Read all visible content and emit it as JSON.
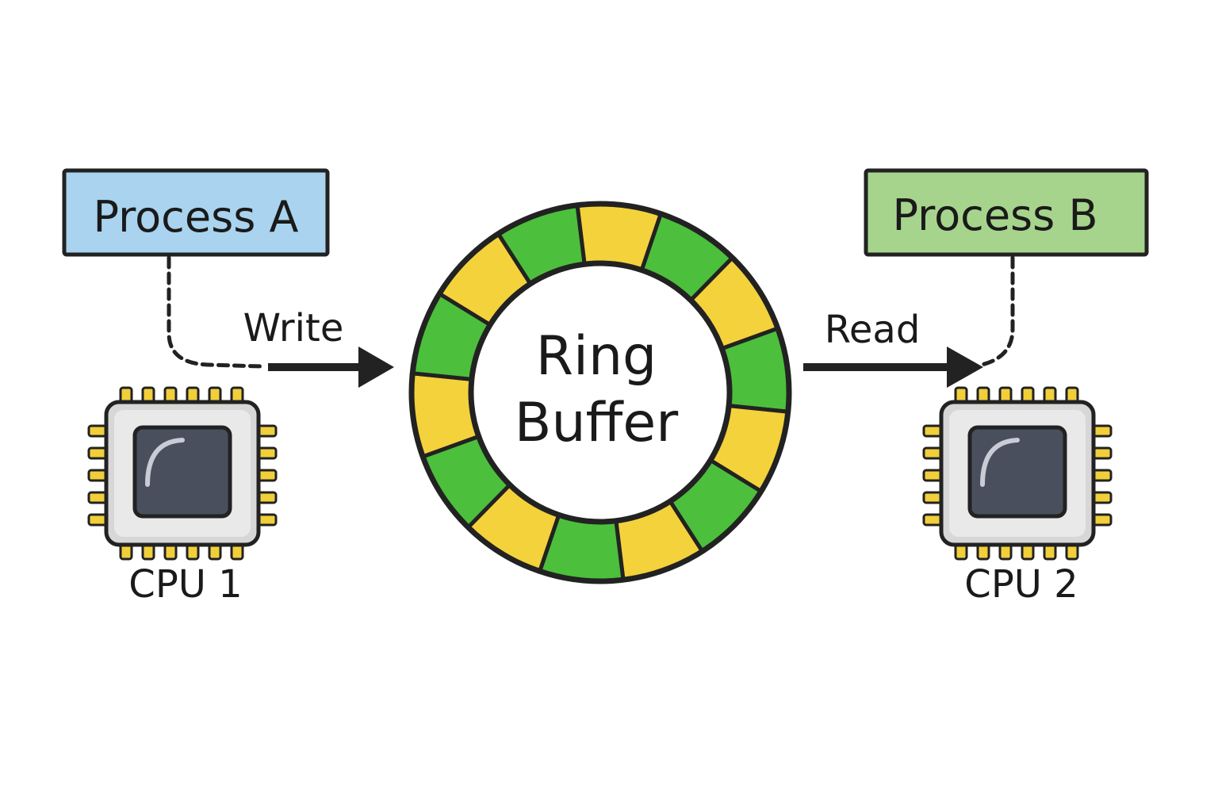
{
  "process_a": {
    "label": "Process A",
    "fill": "#a9d3ee"
  },
  "process_b": {
    "label": "Process B",
    "fill": "#a6d48c"
  },
  "arrows": {
    "write_label": "Write",
    "read_label": "Read"
  },
  "ring_buffer": {
    "title_line1": "Ring",
    "title_line2": "Buffer",
    "segment_colors": [
      "#f4d23b",
      "#4cbf3c"
    ],
    "segment_count": 14
  },
  "cpus": [
    {
      "label": "CPU 1",
      "icon": "cpu-chip-icon"
    },
    {
      "label": "CPU 2",
      "icon": "cpu-chip-icon"
    }
  ]
}
